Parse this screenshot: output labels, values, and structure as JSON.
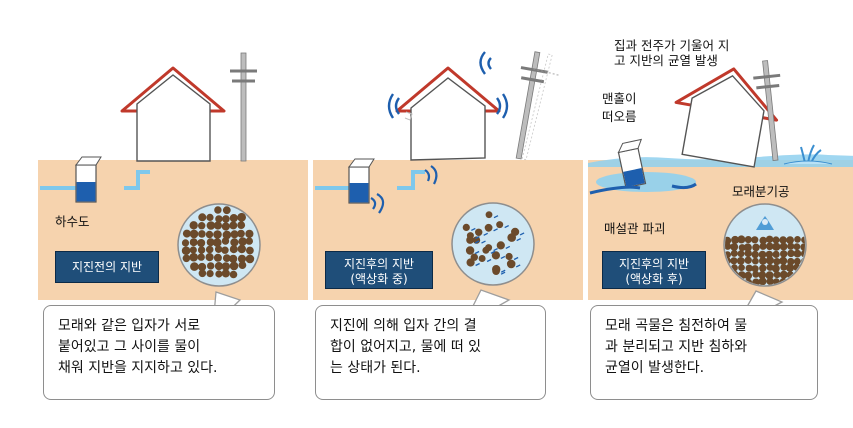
{
  "panels": [
    {
      "labels": {
        "sewer": "하수도"
      },
      "ground_label": [
        "지진전의 지반"
      ],
      "description": [
        "모래와 같은 입자가 서로",
        "붙어있고 그 사이를 물이",
        "채워 지반을 지지하고 있다."
      ]
    },
    {
      "ground_label": [
        "지진후의 지반",
        "(액상화 중)"
      ],
      "description": [
        "지진에 의해 입자 간의 결",
        "합이 없어지고, 물에 떠 있",
        "는 상태가 된다."
      ]
    },
    {
      "labels": {
        "tilt": [
          "집과 전주가 기울어 지",
          "고 지반의 균열 발생"
        ],
        "manhole": [
          "맨홀이",
          "떠오름"
        ],
        "sand_boil": "모래분기공",
        "pipe": "매설관 파괴"
      },
      "ground_label": [
        "지진후의 지반",
        "(액상화 후)"
      ],
      "description": [
        "모래 곡물은 침전하여 물",
        "과 분리되고 지반 침하와",
        "균열이 발생한다."
      ]
    }
  ],
  "colors": {
    "ground": "#f6d3ae",
    "water": "#7ec8ec",
    "roof": "#c0392b",
    "label_bg": "#1f4e79",
    "particle": "#6b4a2b"
  }
}
